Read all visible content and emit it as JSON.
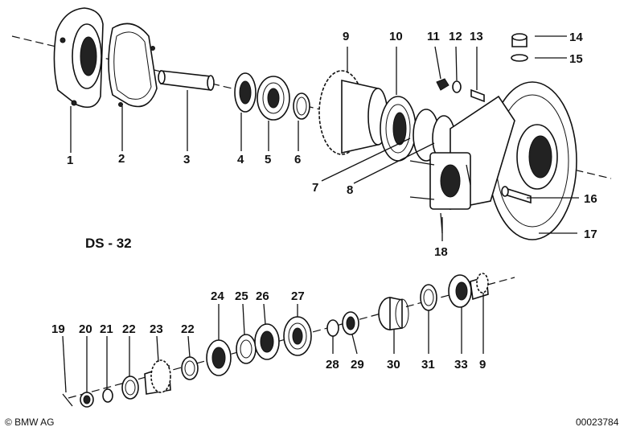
{
  "diagram": {
    "title": "DS - 32",
    "copyright": "© BMW AG",
    "diagram_id": "00023784"
  },
  "callouts": {
    "c1": "1",
    "c2": "2",
    "c3": "3",
    "c4": "4",
    "c5": "5",
    "c6": "6",
    "c7": "7",
    "c8": "8",
    "c9": "9",
    "c10": "10",
    "c11": "11",
    "c12": "12",
    "c13": "13",
    "c14": "14",
    "c15": "15",
    "c16": "16",
    "c17": "17",
    "c18": "18",
    "c19": "19",
    "c20": "20",
    "c21": "21",
    "c22a": "22",
    "c23": "23",
    "c22b": "22",
    "c24": "24",
    "c25": "25",
    "c26": "26",
    "c27": "27",
    "c28": "28",
    "c29": "29",
    "c30": "30",
    "c31": "31",
    "c33": "33",
    "c9b": "9"
  }
}
